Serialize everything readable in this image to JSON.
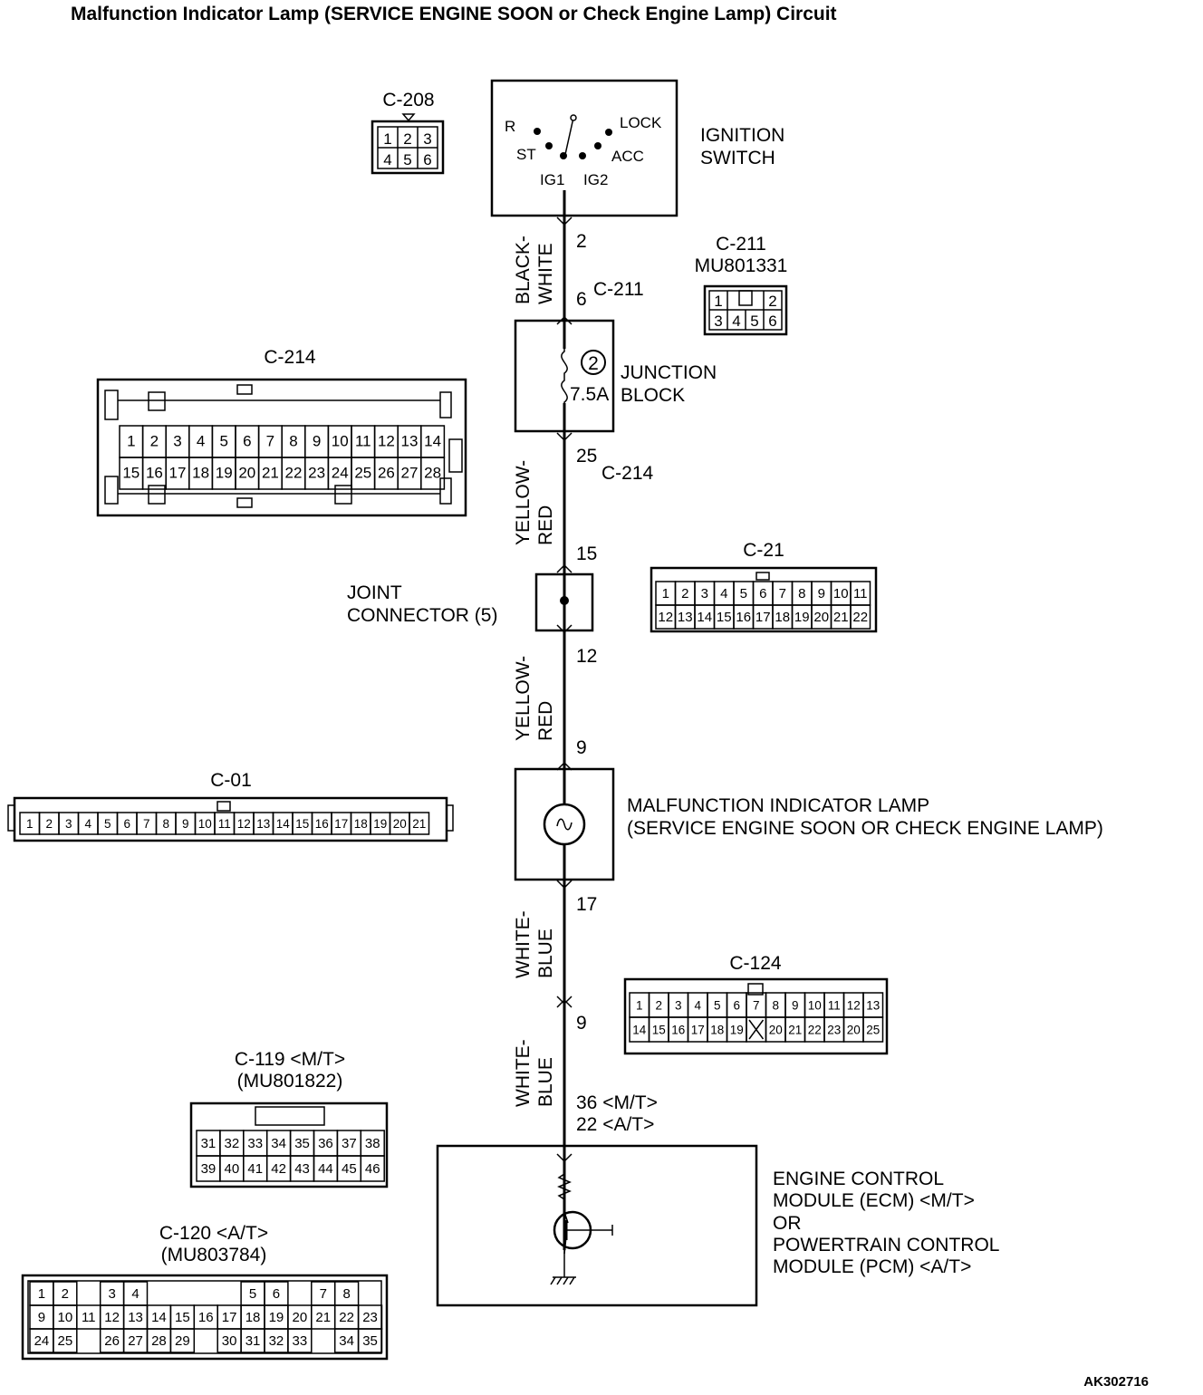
{
  "title": "Malfunction Indicator Lamp (SERVICE ENGINE SOON or Check Engine Lamp) Circuit",
  "diagram_code": "AK302716",
  "ignition_switch": {
    "label_line1": "IGNITION",
    "label_line2": "SWITCH",
    "positions": [
      "R",
      "ST",
      "IG1",
      "IG2",
      "ACC",
      "LOCK"
    ]
  },
  "junction_block": {
    "label_line1": "JUNCTION",
    "label_line2": "BLOCK",
    "fuse_number": "2",
    "fuse_rating": "7.5A"
  },
  "joint_connector": {
    "label_line1": "JOINT",
    "label_line2": "CONNECTOR (5)"
  },
  "mil": {
    "label_line1": "MALFUNCTION INDICATOR LAMP",
    "label_line2": "(SERVICE ENGINE SOON OR CHECK ENGINE LAMP)"
  },
  "ecm": {
    "line1": "ENGINE CONTROL",
    "line2": "MODULE (ECM) <M/T>",
    "line3": "OR",
    "line4": "POWERTRAIN CONTROL",
    "line5": "MODULE (PCM) <A/T>"
  },
  "wires": [
    {
      "color_line1": "BLACK-",
      "color_line2": "WHITE"
    },
    {
      "color_line1": "YELLOW-",
      "color_line2": "RED"
    },
    {
      "color_line1": "YELLOW-",
      "color_line2": "RED"
    },
    {
      "color_line1": "WHITE-",
      "color_line2": "BLUE"
    },
    {
      "color_line1": "WHITE-",
      "color_line2": "BLUE"
    }
  ],
  "pins": {
    "ign_out": "2",
    "jb_in": "6",
    "jb_in_conn": "C-211",
    "jb_out": "25",
    "jb_out_conn": "C-214",
    "jc_in": "15",
    "jc_out": "12",
    "mil_in": "9",
    "mil_out": "17",
    "c124_pin": "9",
    "ecm_mt": "36 <M/T>",
    "ecm_at": "22 <A/T>"
  },
  "connectors": {
    "c208": {
      "name": "C-208",
      "rows": [
        [
          "1",
          "2",
          "3"
        ],
        [
          "4",
          "5",
          "6"
        ]
      ]
    },
    "c211": {
      "name": "C-211",
      "part": "MU801331",
      "rows": [
        [
          "1",
          "",
          "2"
        ],
        [
          "3",
          "4",
          "5",
          "6"
        ]
      ]
    },
    "c214": {
      "name": "C-214",
      "rows": [
        [
          "1",
          "2",
          "3",
          "4",
          "5",
          "6",
          "7",
          "8",
          "9",
          "10",
          "11",
          "12",
          "13",
          "14"
        ],
        [
          "15",
          "16",
          "17",
          "18",
          "19",
          "20",
          "21",
          "22",
          "23",
          "24",
          "25",
          "26",
          "27",
          "28"
        ]
      ]
    },
    "c21": {
      "name": "C-21",
      "rows": [
        [
          "1",
          "2",
          "3",
          "4",
          "5",
          "6",
          "7",
          "8",
          "9",
          "10",
          "11"
        ],
        [
          "12",
          "13",
          "14",
          "15",
          "16",
          "17",
          "18",
          "19",
          "20",
          "21",
          "22"
        ]
      ]
    },
    "c01": {
      "name": "C-01",
      "rows": [
        [
          "1",
          "2",
          "3",
          "4",
          "5",
          "6",
          "7",
          "8",
          "9",
          "10",
          "11",
          "12",
          "13",
          "14",
          "15",
          "16",
          "17",
          "18",
          "19",
          "20",
          "21"
        ]
      ]
    },
    "c124": {
      "name": "C-124",
      "rows": [
        [
          "1",
          "2",
          "3",
          "4",
          "5",
          "6",
          "7",
          "8",
          "9",
          "10",
          "11",
          "12",
          "13"
        ],
        [
          "14",
          "15",
          "16",
          "17",
          "18",
          "19",
          "",
          "20",
          "21",
          "22",
          "23",
          "20",
          "25"
        ]
      ]
    },
    "c119": {
      "name": "C-119 <M/T>",
      "part": "(MU801822)",
      "rows": [
        [
          "31",
          "32",
          "33",
          "34",
          "35",
          "36",
          "37",
          "38"
        ],
        [
          "39",
          "40",
          "41",
          "42",
          "43",
          "44",
          "45",
          "46"
        ]
      ]
    },
    "c120": {
      "name": "C-120 <A/T>",
      "part": "(MU803784)",
      "rows": [
        [
          "1",
          "2",
          "",
          "3",
          "4",
          "",
          "",
          "",
          "",
          "5",
          "6",
          "",
          "7",
          "8"
        ],
        [
          "9",
          "10",
          "11",
          "12",
          "13",
          "14",
          "15",
          "16",
          "17",
          "18",
          "19",
          "20",
          "21",
          "22",
          "23"
        ],
        [
          "24",
          "25",
          "",
          "26",
          "27",
          "28",
          "29",
          "",
          "30",
          "31",
          "32",
          "33",
          "",
          "34",
          "35"
        ]
      ]
    }
  }
}
